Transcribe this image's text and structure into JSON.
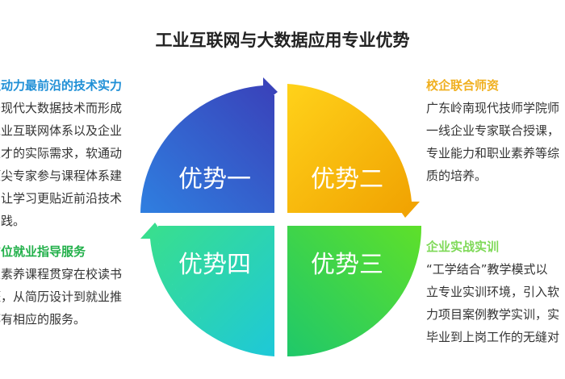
{
  "title": "工业互联网与大数据应用专业优势",
  "quadrants": [
    {
      "label": "优势一",
      "color": "#3a5fc8"
    },
    {
      "label": "优势二",
      "color": "#f5b800"
    },
    {
      "label": "优势三",
      "color": "#3fd23a"
    },
    {
      "label": "优势四",
      "color": "#2fd39a"
    }
  ],
  "blocks": {
    "top_left": {
      "heading": "通动力最前沿的技术实力",
      "heading_color": "#1f8fd6",
      "lines": [
        "于现代大数据技术而形成",
        "工业互联网体系以及企业",
        "人才的实际需求，软通动",
        "顶尖专家参与课程体系建",
        "，让学习更贴近前沿技术",
        "实践。"
      ]
    },
    "bottom_left": {
      "heading": "方位就业指导服务",
      "heading_color": "#22b04a",
      "lines": [
        "业素养课程贯穿在校读书",
        "涯，从简历设计到就业推",
        "都有相应的服务。"
      ]
    },
    "top_right": {
      "heading": "校企联合师资",
      "heading_color": "#f0b020",
      "lines": [
        "广东岭南现代技师学院师",
        "一线企业专家联合授课，",
        "专业能力和职业素养等综",
        "质的培养。"
      ]
    },
    "bottom_right": {
      "heading": "企业实战实训",
      "heading_color": "#7ed957",
      "lines": [
        "“工学结合”教学模式以",
        "立专业实训环境，引入软",
        "力项目案例教学实训，实",
        "毕业到上岗工作的无缝对"
      ]
    }
  }
}
